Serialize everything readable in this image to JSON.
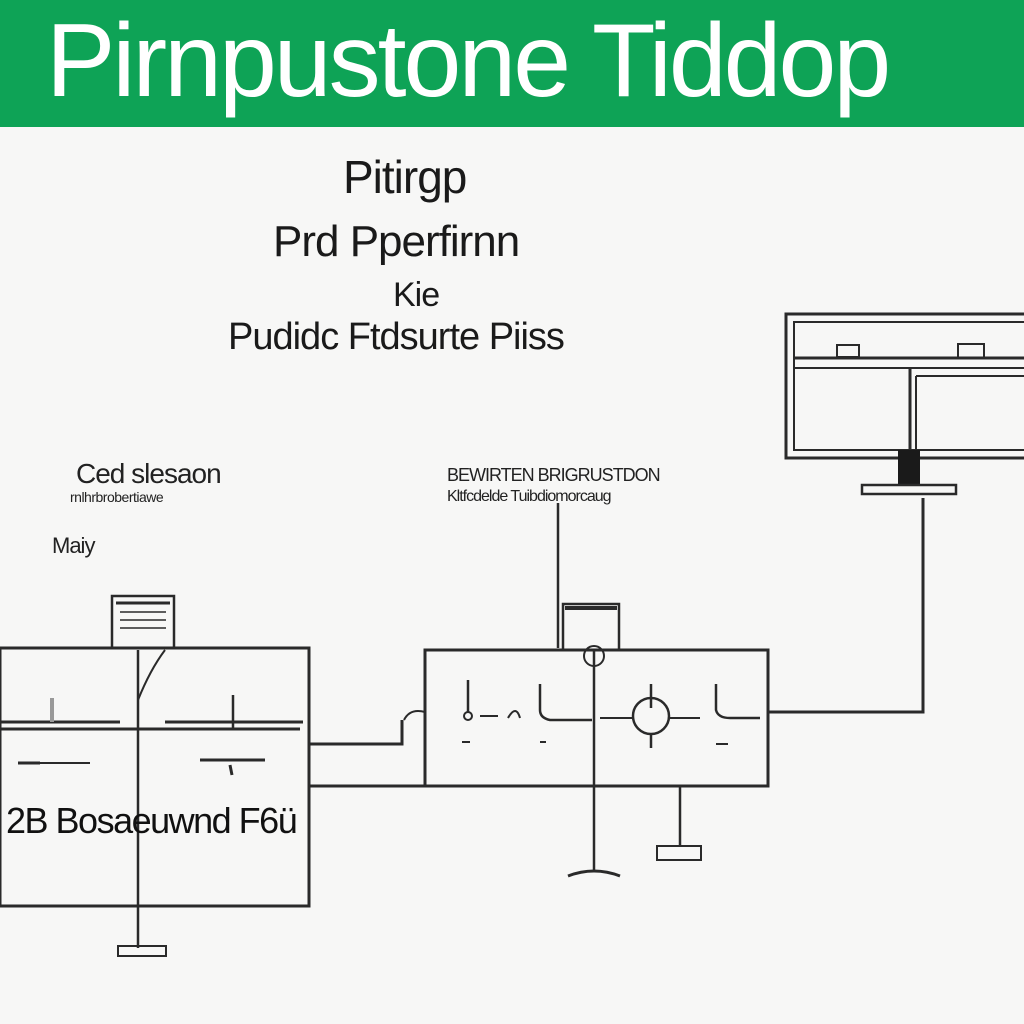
{
  "banner": {
    "title": "Pirnpustone Tiddop",
    "color": "#0ea356"
  },
  "heading": {
    "line1": "Pitirgp",
    "line2": "Prd Pperfirnn",
    "line3": "Kie",
    "line4": "Pudidc Ftdsurte Piiss"
  },
  "left_unit": {
    "title": "Ced slesaon",
    "subtitle": "rnlhrbrobertiawe",
    "tag": "Maiy",
    "box_label": "2B Bosaeuwnd F6ü"
  },
  "middle_unit": {
    "title": "BEWIRTEN BRIGRUSTDON",
    "subtitle": "Kltfcdelde Tuibdiomorcaug"
  }
}
